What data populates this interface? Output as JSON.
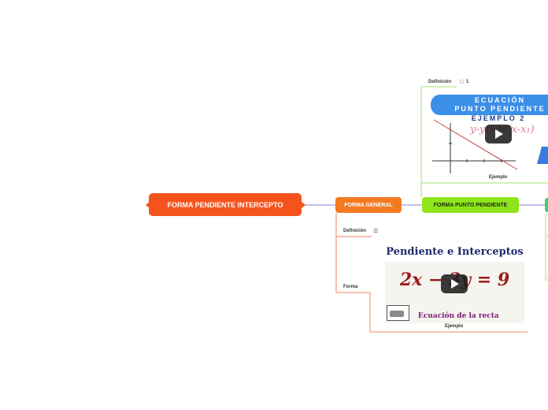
{
  "colors": {
    "root": "#f5531d",
    "forma_general": "#f47a1f",
    "forma_punto": "#8fe51c",
    "line_purple": "#8a86d0",
    "line_orange": "#f08a5d",
    "line_green": "#a6e070"
  },
  "nodes": {
    "root": "FORMA PENDIENTE INTERCEPTO",
    "forma_general": "FORMA GENERAL",
    "forma_punto": "FORMA PUNTO PENDIENTE"
  },
  "general": {
    "definicion_label": "Definición",
    "definicion_icon": "notes-icon",
    "forma_label": "Forma",
    "ejemplo_label": "Ejemplo",
    "video": {
      "title": "Pendiente e Interceptos",
      "equation": "2x − 3y = 9",
      "caption": "Ecuación de la recta"
    }
  },
  "punto": {
    "definicion_label": "Definición",
    "comment_icon": "comment-icon",
    "comment_count": "1",
    "ejemplo_label": "Ejemplo",
    "video": {
      "line1": "ECUACIÓN",
      "line2": "PUNTO PENDIENTE",
      "line3": "EJEMPLO 2",
      "formula": "y-y₁=m(x-x₁)"
    }
  }
}
